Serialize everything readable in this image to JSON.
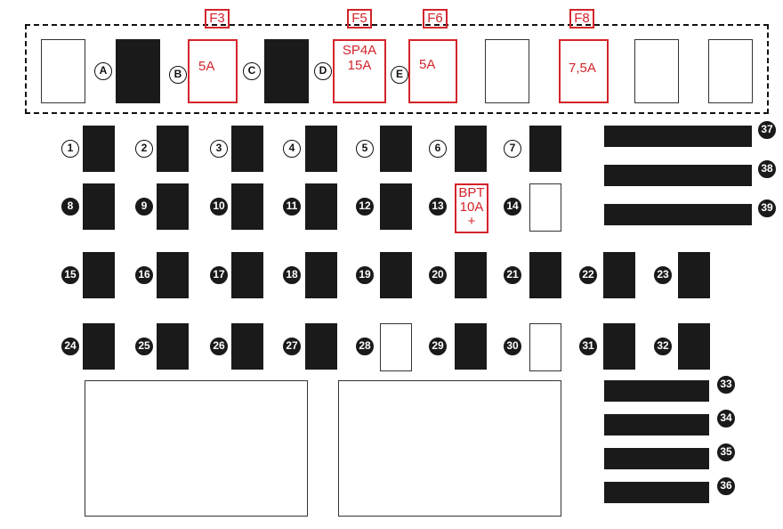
{
  "diagram": {
    "colors": {
      "accent": "#d4242b",
      "fuse_fill": "#1a1a1a",
      "outline": "#333333"
    },
    "top_fuse_labels": {
      "A": "A",
      "B": "B",
      "C": "C",
      "D": "D",
      "E": "E",
      "F3": "F3",
      "F5": "F5",
      "F6": "F6",
      "F8": "F8",
      "F3_rating": "5A",
      "F5_line1": "SP4A",
      "F5_line2": "15A",
      "F6_rating": "5A",
      "F8_rating": "7,5A"
    },
    "bpt": {
      "line1": "BPT",
      "line2": "10A",
      "line3": "+"
    },
    "fuse_numbers": [
      "1",
      "2",
      "3",
      "4",
      "5",
      "6",
      "7",
      "8",
      "9",
      "10",
      "11",
      "12",
      "13",
      "14",
      "15",
      "16",
      "17",
      "18",
      "19",
      "20",
      "21",
      "22",
      "23",
      "24",
      "25",
      "26",
      "27",
      "28",
      "29",
      "30",
      "31",
      "32",
      "33",
      "34",
      "35",
      "36",
      "37",
      "38",
      "39"
    ]
  }
}
